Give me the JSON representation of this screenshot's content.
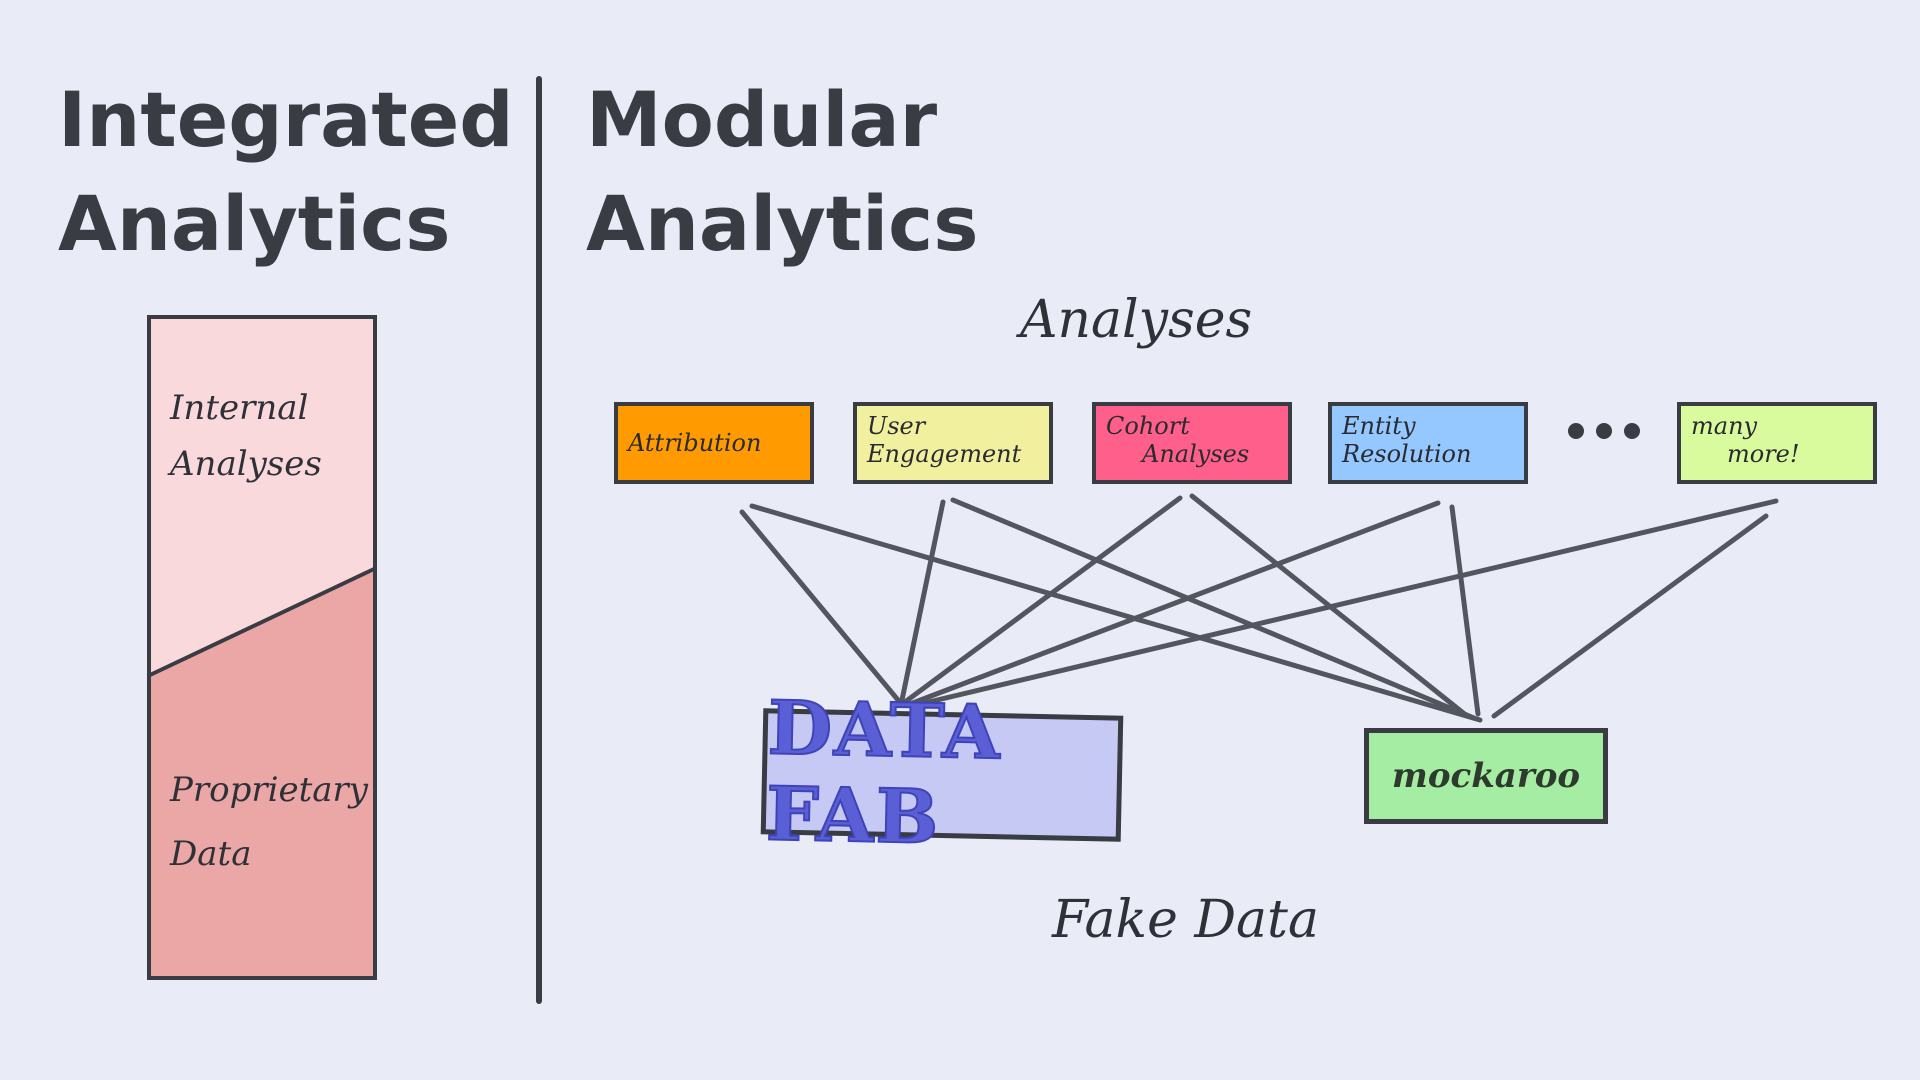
{
  "left_panel": {
    "title_line1": "Integrated",
    "title_line2": "Analytics",
    "top_label_line1": "Internal",
    "top_label_line2": "Analyses",
    "bottom_label_line1": "Proprietary",
    "bottom_label_line2": "Data",
    "top_color": "#f9d9dc",
    "bottom_color": "#eba6a6"
  },
  "right_panel": {
    "title_line1": "Modular",
    "title_line2": "Analytics",
    "analyses_label": "Analyses",
    "fake_data_label": "Fake Data",
    "analyses": [
      {
        "line1": "Attribution",
        "line2": "",
        "color": "#ff9b00"
      },
      {
        "line1": "User",
        "line2": "Engagement",
        "color": "#f1f09f"
      },
      {
        "line1": "Cohort",
        "line2": "Analyses",
        "color": "#ff5f8b"
      },
      {
        "line1": "Entity",
        "line2": "Resolution",
        "color": "#95c8ff"
      },
      {
        "line1": "many",
        "line2": "more!",
        "color": "#d9fb9d"
      }
    ],
    "ellipsis": "...",
    "data_sources": [
      {
        "name": "DATA FAB",
        "color": "#c6c9f4",
        "logo_color": "#5b5fd6"
      },
      {
        "name": "mockaroo",
        "color": "#a6eda4"
      }
    ]
  }
}
